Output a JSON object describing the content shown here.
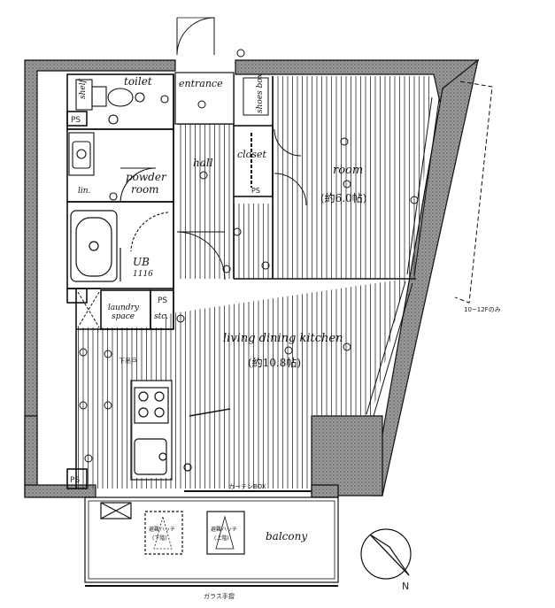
{
  "rooms": {
    "toilet": "toilet",
    "shelf": "shelf",
    "entrance": "entrance",
    "shoes_box": "shoes box",
    "hall": "hall",
    "closet": "closet",
    "room": "room",
    "room_size": "(約6.0帖)",
    "powder_room_1": "powder",
    "powder_room_2": "room",
    "linen": "lin.",
    "ub": "UB",
    "ub_size": "1116",
    "laundry_1": "laundry",
    "laundry_2": "space",
    "storage": "stc.",
    "ldk": "living dining kitchen",
    "ldk_size": "(約10.8帖)",
    "balcony": "balcony"
  },
  "marks": {
    "ps": "PS",
    "curtain_box": "カーテンBOX",
    "downlight": "下吊戸",
    "glass_rail": "ガラス手摺",
    "floor_note": "10~12Fのみ",
    "hatch_1a": "避難ハッチ",
    "hatch_1b": "(下階)",
    "hatch_2a": "避難ハッチ",
    "hatch_2b": "(上階)",
    "compass_n": "N"
  },
  "colors": {
    "wall": "#8a8a8a",
    "line": "#111111",
    "floor": "#555555",
    "background": "#ffffff"
  }
}
